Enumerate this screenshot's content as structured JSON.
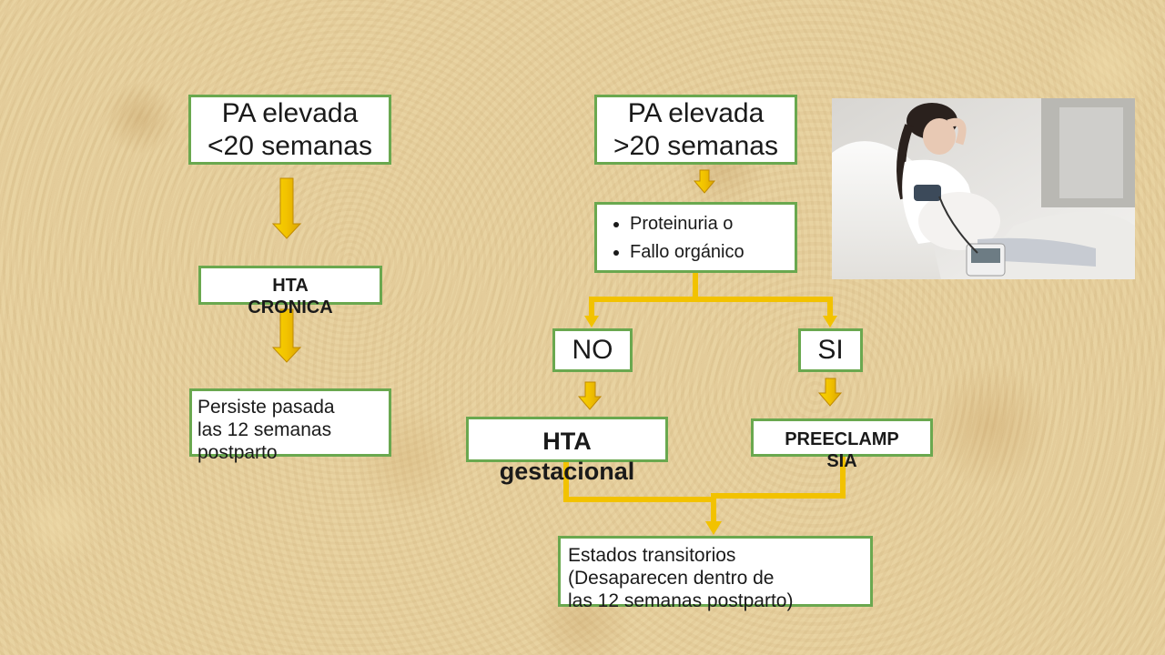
{
  "left_branch": {
    "start_box": [
      "PA elevada",
      "<20 semanas"
    ],
    "result_box": [
      "HTA",
      "CRONICA"
    ],
    "note_box": [
      "Persiste pasada",
      "las 12 semanas",
      "postparto"
    ]
  },
  "right_branch": {
    "start_box": [
      "PA elevada",
      ">20 semanas"
    ],
    "criteria": [
      "Proteinuria o",
      "Fallo orgánico"
    ],
    "no_label": "NO",
    "si_label": "SI",
    "no_result": [
      "HTA",
      "gestacional"
    ],
    "si_result": [
      "PREECLAMP",
      "SIA"
    ]
  },
  "final_box": [
    "Estados transitorios",
    "(Desaparecen dentro de",
    "las 12 semanas postparto)"
  ],
  "colors": {
    "box_border": "#6aa84f",
    "arrow_fill": "#f2c200",
    "arrow_edge": "#c08a00",
    "connector": "#f2c200"
  },
  "photo": {
    "subject": "pregnant-woman-blood-pressure-photo"
  }
}
